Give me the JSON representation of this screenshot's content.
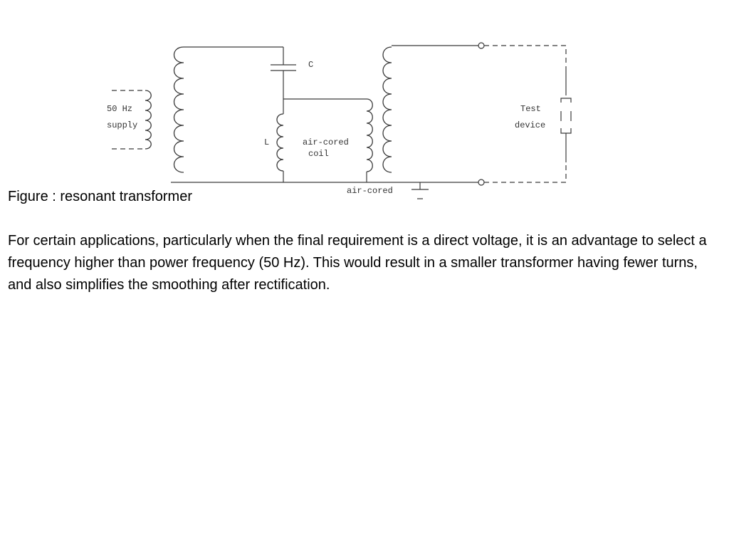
{
  "diagram": {
    "labels": {
      "supply_freq": "50 Hz",
      "supply": "supply",
      "capacitor": "C",
      "inductor": "L",
      "coil_line1": "air-cored",
      "coil_line2": "coil",
      "transformer": "air-cored",
      "test_line1": "Test",
      "test_line2": "device"
    }
  },
  "caption": "Figure : resonant transformer",
  "paragraph": "For certain applications, particularly when the final requirement is a direct voltage, it is an advantage to select a frequency higher than power frequency (50 Hz). This would result in a smaller transformer having fewer turns, and also simplifies the smoothing after rectification."
}
